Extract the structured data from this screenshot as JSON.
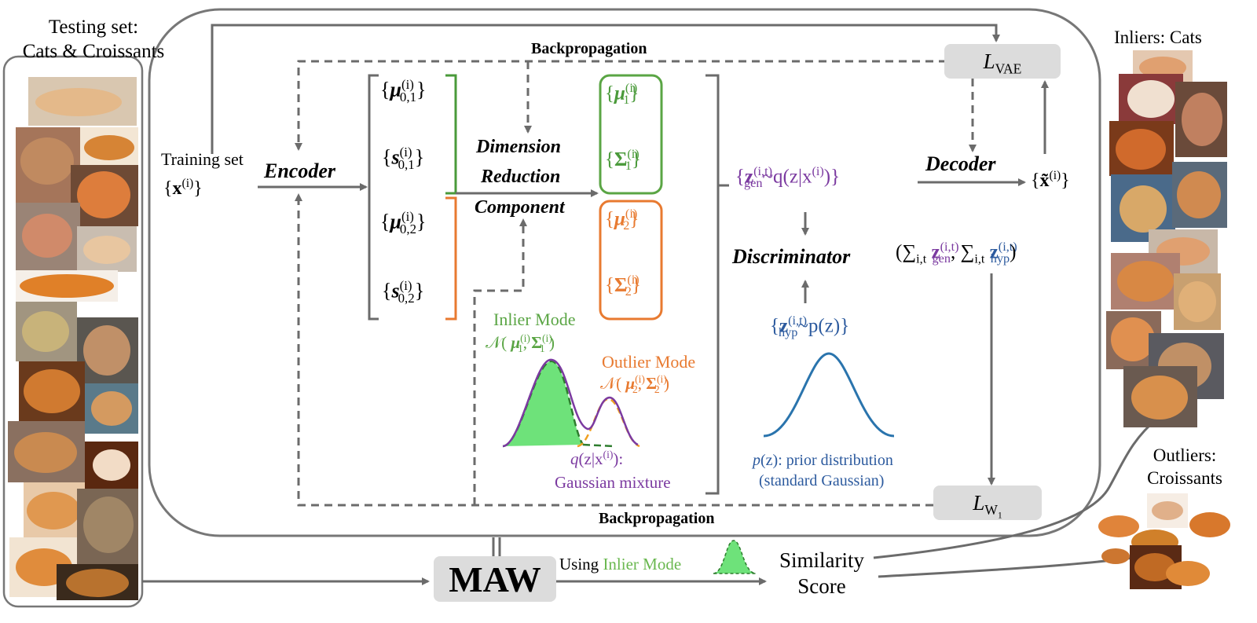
{
  "testing_set": {
    "title_line1": "Testing set:",
    "title_line2": "Cats & Croissants"
  },
  "training": {
    "label": "Training set",
    "symbol_x": "x",
    "symbol_sup": "(i)"
  },
  "encoder": {
    "label": "Encoder"
  },
  "params": {
    "mu01": {
      "sym": "μ",
      "sup": "(i)",
      "sub": "0,1"
    },
    "s01": {
      "sym": "s",
      "sup": "(i)",
      "sub": "0,1"
    },
    "mu02": {
      "sym": "μ",
      "sup": "(i)",
      "sub": "0,2"
    },
    "s02": {
      "sym": "s",
      "sup": "(i)",
      "sub": "0,2"
    }
  },
  "drc": {
    "line1": "Dimension",
    "line2": "Reduction",
    "line3": "Component"
  },
  "mode1": {
    "mu": "μ",
    "mu_sup": "(i)",
    "mu_sub": "1",
    "sig": "Σ",
    "sig_sup": "(i)",
    "sig_sub": "1"
  },
  "mode2": {
    "mu": "μ",
    "mu_sup": "(i)",
    "mu_sub": "2",
    "sig": "Σ",
    "sig_sup": "(i)",
    "sig_sub": "2"
  },
  "inlier_mode": {
    "label": "Inlier Mode",
    "formula_mu": "μ",
    "formula_mu_sup": "(i)",
    "formula_mu_sub": "1",
    "formula_sig": "Σ",
    "formula_sig_sup": "(i)",
    "formula_sig_sub": "1"
  },
  "outlier_mode": {
    "label": "Outlier Mode",
    "formula_mu": "μ",
    "formula_mu_sup": "(i)",
    "formula_mu_sub": "2",
    "formula_sig": "Σ",
    "formula_sig_sup": "(i)",
    "formula_sig_sub": "2"
  },
  "mixture": {
    "line1_q": "q",
    "line1_rest": "(z|x",
    "line1_sup": "(i)",
    "line1_end": "):",
    "line2": "Gaussian mixture"
  },
  "zgen": {
    "z": "z",
    "sup": "(i,t)",
    "sub": "gen",
    "rest": "~q(z|x",
    "rest_sup": "(i)",
    "rest_end": ")"
  },
  "decoder": {
    "label": "Decoder"
  },
  "xtilde": {
    "sym": "x̃",
    "sup": "(i)"
  },
  "discriminator": {
    "label": "Discriminator",
    "sum": "∑",
    "sum_sub": "i,t",
    "zgen": "z",
    "zgen_sup": "(i,t)",
    "zgen_sub": "gen",
    "zhyp": "z",
    "zhyp_sup": "(i,t)",
    "zhyp_sub": "hyp"
  },
  "zhyp": {
    "z": "z",
    "sup": "(i,t)",
    "sub": "hyp",
    "rest": "~p(z)"
  },
  "prior": {
    "line1_p": "p",
    "line1_rest": "(z): prior distribution",
    "line2": "(standard Gaussian)"
  },
  "lvae": {
    "L": "L",
    "sub": "VAE"
  },
  "lw1": {
    "L": "L",
    "sub": "W",
    "subsub": "1"
  },
  "backprop_top": "Backpropagation",
  "backprop_bottom": "Backpropagation",
  "maw": "MAW",
  "using": {
    "prefix": "Using ",
    "mode": "Inlier Mode"
  },
  "similarity": {
    "line1": "Similarity",
    "line2": "Score"
  },
  "inliers": {
    "label": "Inliers: Cats"
  },
  "outliers": {
    "line1": "Outliers:",
    "line2": "Croissants"
  },
  "colors": {
    "green": "#4a9a3a",
    "orange": "#e87a30",
    "purple": "#7b3aa0",
    "blue": "#2c5a9e",
    "fill_green": "#6ee27a"
  },
  "icons": [
    "cat-photo",
    "croissant-photo",
    "gaussian-mixture-curve",
    "standard-gaussian-curve",
    "inlier-mode-icon"
  ]
}
